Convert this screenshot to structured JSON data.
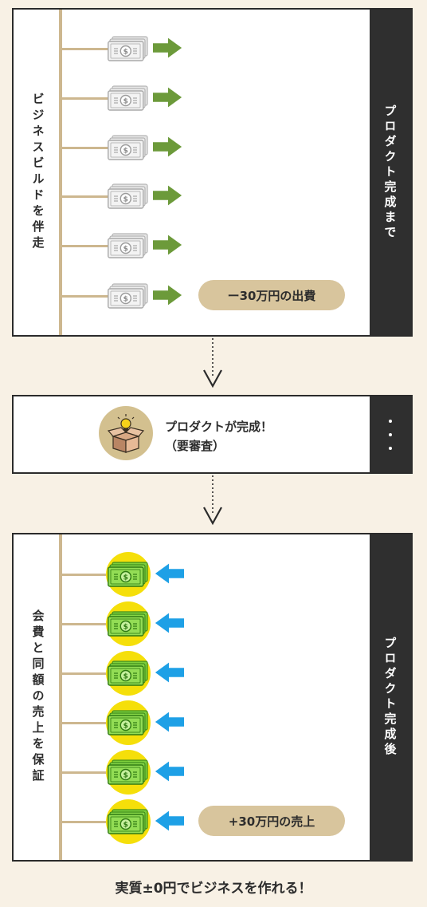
{
  "section_before": {
    "side_label": "プロダクト完成まで",
    "vertical_label": "ビジネスビルドを伴走",
    "row_count": 6,
    "cost_label": "ー30万円の出費"
  },
  "milestone": {
    "line1": "プロダクトが完成！",
    "line2": "（要審査）",
    "side_dots": "・・・"
  },
  "section_after": {
    "side_label": "プロダクト完成後",
    "vertical_label": "会費と同額の売上を保証",
    "row_count": 6,
    "revenue_label": "+30万円の売上"
  },
  "footer": {
    "text": "実質±0円でビジネスを作れる！"
  },
  "colors": {
    "background": "#f8f1e5",
    "dark": "#2f2f2f",
    "tan": "#cdb78f",
    "pill": "#d8c59d",
    "green_arrow": "#6c9a3a",
    "blue_arrow": "#1ea0e6",
    "coin_yellow": "#f5df0a"
  },
  "icons": [
    "gray-money-icon",
    "green-arrow-right-icon",
    "green-money-icon",
    "blue-arrow-left-icon",
    "lightbulb-box-icon",
    "down-arrow-icon"
  ]
}
